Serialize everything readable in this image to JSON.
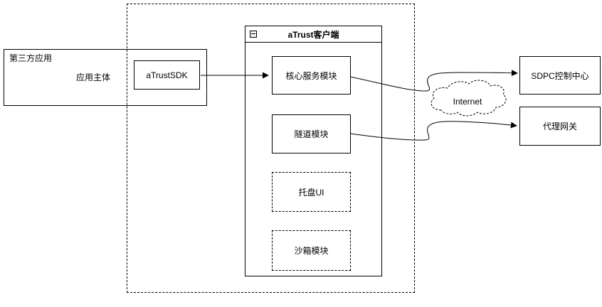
{
  "diagram": {
    "third_party": {
      "title": "第三方应用",
      "body": "应用主体"
    },
    "sdk": {
      "label": "aTrustSDK"
    },
    "client": {
      "title": "aTrust客户端",
      "window_icon": "collapse-minus-box"
    },
    "modules": [
      {
        "label": "核心服务模块",
        "style": "solid"
      },
      {
        "label": "隧道模块",
        "style": "solid"
      },
      {
        "label": "托盘UI",
        "style": "dashed"
      },
      {
        "label": "沙箱模块",
        "style": "dashed"
      }
    ],
    "cloud": {
      "label": "Internet"
    },
    "control_center": {
      "label": "SDPC控制中心"
    },
    "proxy_gateway": {
      "label": "代理网关"
    },
    "colors": {
      "stroke": "#000000",
      "fill": "#ffffff",
      "text": "#000000"
    }
  }
}
